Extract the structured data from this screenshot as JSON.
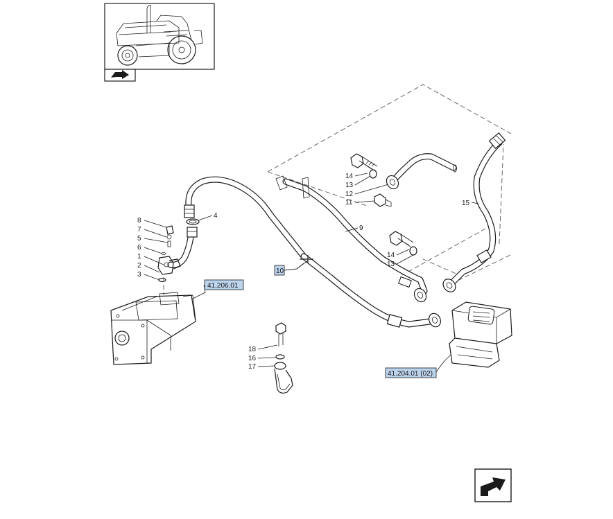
{
  "callouts": {
    "c1": "1",
    "c2": "2",
    "c3": "3",
    "c4": "4",
    "c5": "5",
    "c6": "6",
    "c7": "7",
    "c8": "8",
    "c9": "9",
    "c10": "10",
    "c11": "11",
    "c12": "12",
    "c13a": "13",
    "c13b": "13",
    "c14a": "14",
    "c14b": "14",
    "c15": "15",
    "c16": "16",
    "c17": "17",
    "c18": "18"
  },
  "references": {
    "pump": "41.206.01",
    "valve": "41.204.01 (02)"
  },
  "icons": {
    "thumbnail": "tractor-thumbnail-icon",
    "thumb_nav": "thumbnail-nav-arrow-icon",
    "next_page": "next-page-arrow-icon"
  },
  "colors": {
    "reference_fill": "#bcd3ec"
  }
}
